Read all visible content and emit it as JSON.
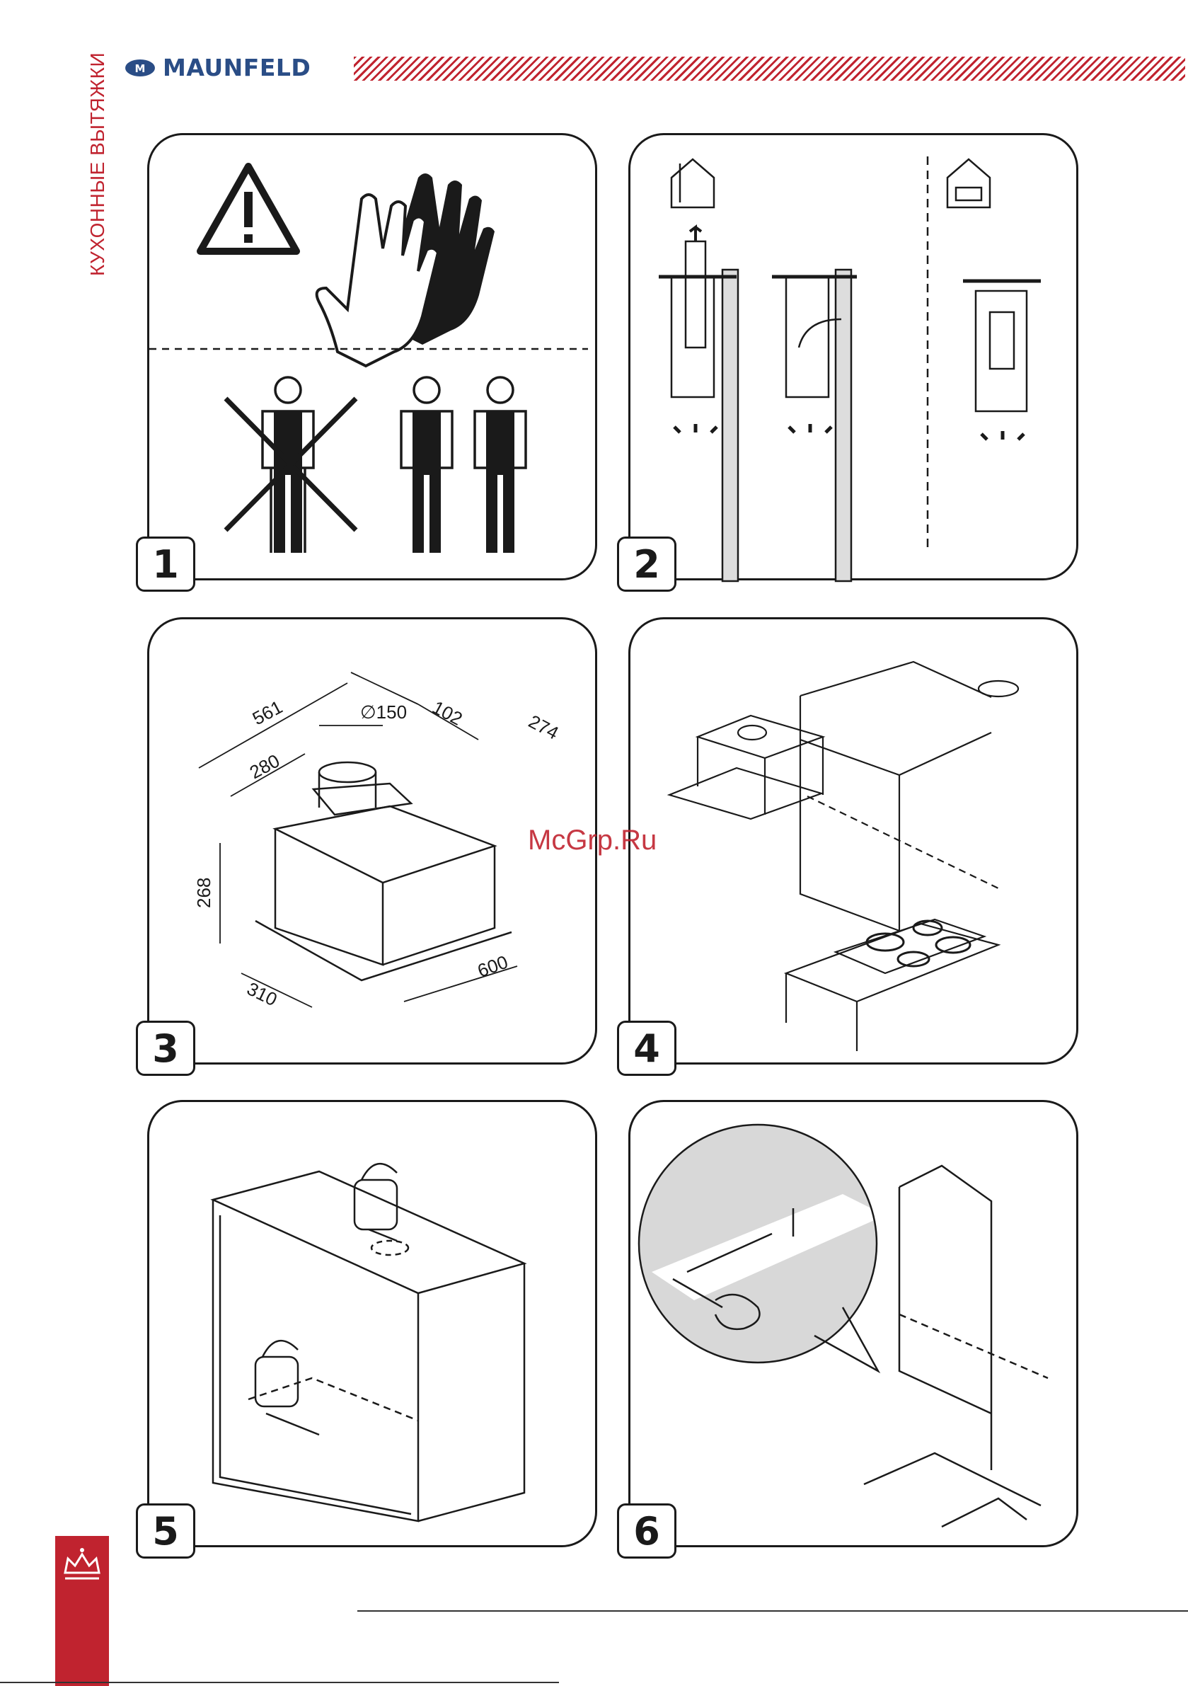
{
  "header": {
    "brand": "MAUNFELD"
  },
  "side_title": "КУХОННЫЕ ВЫТЯЖКИ",
  "watermark": "McGrp.Ru",
  "panels": [
    {
      "number": "1"
    },
    {
      "number": "2"
    },
    {
      "number": "3",
      "dims": {
        "d561": "561",
        "d102": "102",
        "d274": "274",
        "d150": "∅150",
        "d280": "280",
        "d268": "268",
        "d310": "310",
        "d600": "600"
      }
    },
    {
      "number": "4"
    },
    {
      "number": "5"
    },
    {
      "number": "6"
    }
  ],
  "colors": {
    "accent": "#c0232f",
    "brand": "#2a4d86"
  }
}
